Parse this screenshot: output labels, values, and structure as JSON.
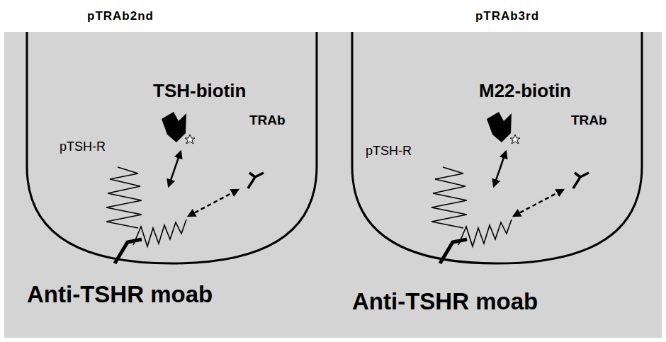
{
  "diagram": {
    "labels": [
      "pTRAb2nd",
      "pTRAb3rd",
      "TSH-biotin",
      "pTSH-R",
      "TRAb",
      "Anti-TSHR moab",
      "M22-biotin",
      "pTSH-R",
      "TRAb",
      "Anti-TSHR moab"
    ]
  }
}
